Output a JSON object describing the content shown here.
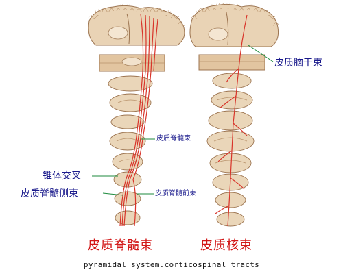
{
  "labels": {
    "left_small_1": "皮质脊髓束",
    "left_pyramid_decussation": "锥体交叉",
    "left_lateral_tract": "皮质脊髓侧束",
    "left_small_2": "皮质脊髓前束",
    "right_brainstem_tract": "皮质脑干束"
  },
  "titles": {
    "left": "皮质脊髓束",
    "right": "皮质核束"
  },
  "caption": "pyramidal system.corticospinal tracts",
  "colors": {
    "tissue": "#e9d3b5",
    "tissue_dark": "#c8a47e",
    "cortex": "#d9b791",
    "tract_red": "#d8342a",
    "label_blue": "#1a1a8c",
    "title_red": "#d21818",
    "leader_green": "#1c8a3c"
  }
}
